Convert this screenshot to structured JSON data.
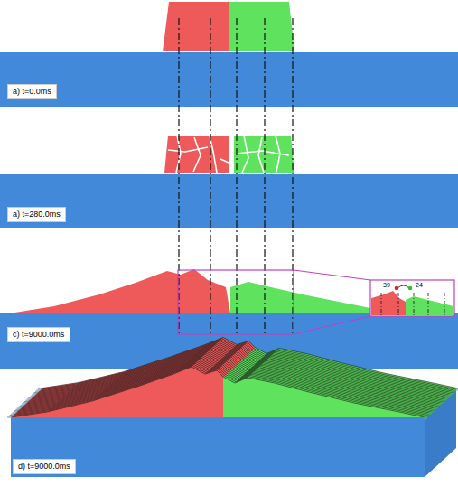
{
  "diagram": {
    "nodes": [
      {
        "text": [
          "a) t=0.0ms"
        ]
      },
      {
        "text": [
          "a) t=280.0ms"
        ]
      },
      {
        "text": [
          "c) t=9000.0ms"
        ]
      },
      {
        "text": [
          "d) t=9000.0ms"
        ]
      }
    ],
    "labels": [
      "39",
      "24"
    ]
  }
}
